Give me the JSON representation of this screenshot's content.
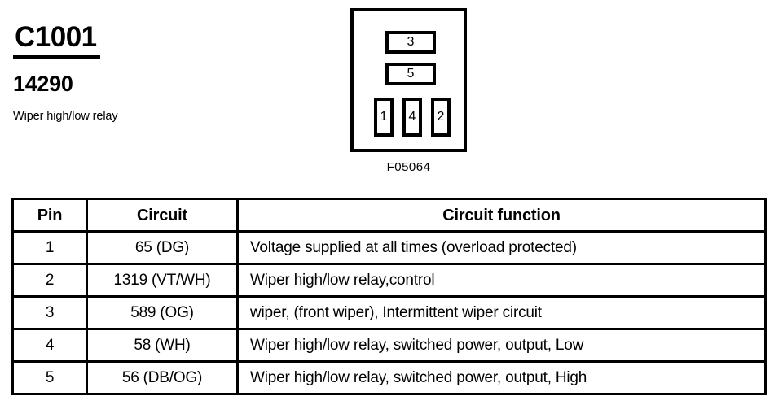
{
  "connector": {
    "id": "C1001",
    "part_number": "14290",
    "description": "Wiper high/low relay",
    "diagram_code": "F05064",
    "pin_slots": [
      {
        "label": "3",
        "orientation": "horizontal"
      },
      {
        "label": "5",
        "orientation": "horizontal"
      },
      {
        "label": "1",
        "orientation": "vertical"
      },
      {
        "label": "4",
        "orientation": "vertical"
      },
      {
        "label": "2",
        "orientation": "vertical"
      }
    ]
  },
  "table": {
    "headers": {
      "pin": "Pin",
      "circuit": "Circuit",
      "function": "Circuit function"
    },
    "rows": [
      {
        "pin": "1",
        "circuit": "65 (DG)",
        "function": "Voltage supplied at all times (overload protected)"
      },
      {
        "pin": "2",
        "circuit": "1319 (VT/WH)",
        "function": "Wiper high/low relay,control"
      },
      {
        "pin": "3",
        "circuit": "589 (OG)",
        "function": "wiper, (front wiper), Intermittent wiper circuit"
      },
      {
        "pin": "4",
        "circuit": "58 (WH)",
        "function": "Wiper high/low relay, switched power, output, Low"
      },
      {
        "pin": "5",
        "circuit": "56 (DB/OG)",
        "function": "Wiper high/low relay, switched power, output, High"
      }
    ]
  },
  "colors": {
    "ink": "#000000",
    "paper": "#ffffff"
  }
}
